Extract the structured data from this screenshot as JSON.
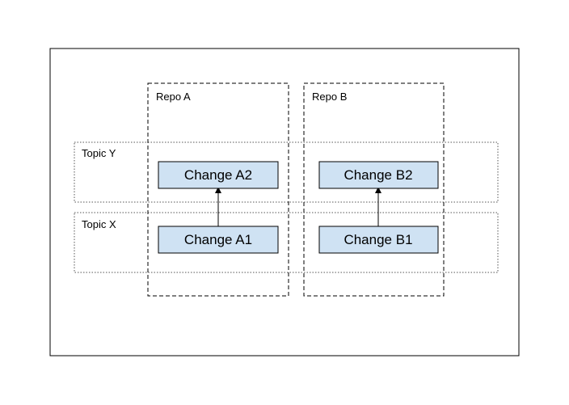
{
  "colors": {
    "background": "#ffffff",
    "border": "#000000",
    "node_fill": "#cfe2f3"
  },
  "repos": [
    {
      "label": "Repo A"
    },
    {
      "label": "Repo B"
    }
  ],
  "topics": [
    {
      "label": "Topic Y"
    },
    {
      "label": "Topic X"
    }
  ],
  "changes": [
    {
      "label": "Change A2"
    },
    {
      "label": "Change B2"
    },
    {
      "label": "Change A1"
    },
    {
      "label": "Change B1"
    }
  ],
  "edges": [
    {
      "from": "Change A1",
      "to": "Change A2"
    },
    {
      "from": "Change B1",
      "to": "Change B2"
    }
  ]
}
